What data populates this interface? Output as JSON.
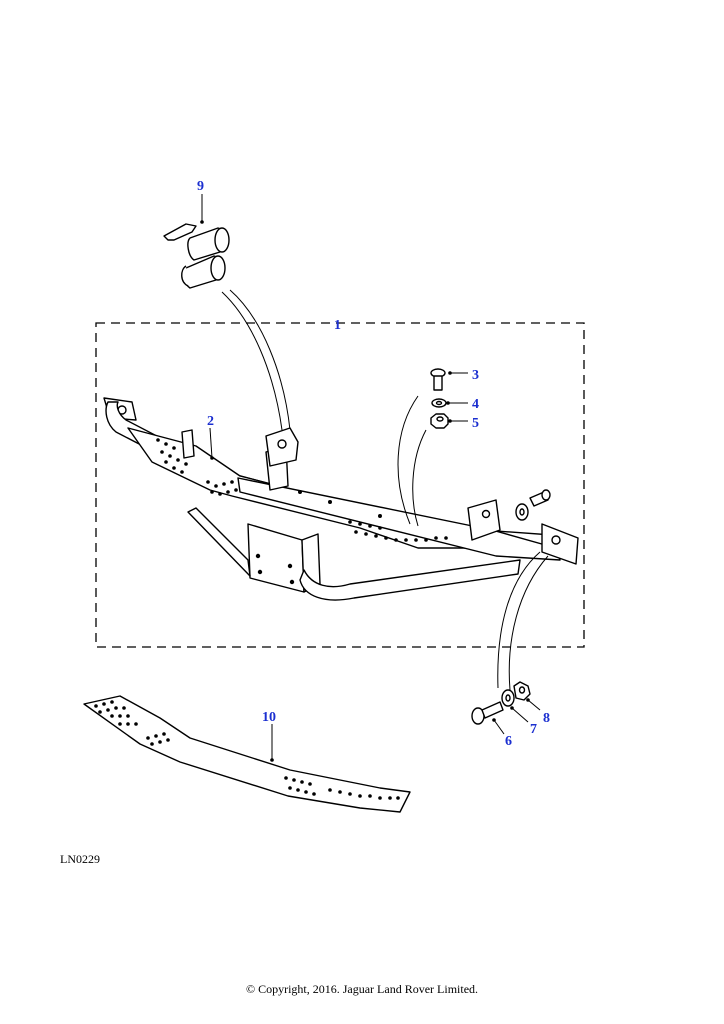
{
  "diagram": {
    "reference_code": "LN0229",
    "copyright": "© Copyright, 2016. Jaguar Land Rover Limited.",
    "colors": {
      "callout": "#1b2fd0",
      "line": "#000000",
      "background": "#ffffff"
    },
    "callouts": [
      {
        "id": "c1",
        "label": "1"
      },
      {
        "id": "c2",
        "label": "2"
      },
      {
        "id": "c3",
        "label": "3"
      },
      {
        "id": "c4",
        "label": "4"
      },
      {
        "id": "c5",
        "label": "5"
      },
      {
        "id": "c6",
        "label": "6"
      },
      {
        "id": "c7",
        "label": "7"
      },
      {
        "id": "c8",
        "label": "8"
      },
      {
        "id": "c9",
        "label": "9"
      },
      {
        "id": "c10",
        "label": "10"
      }
    ]
  }
}
